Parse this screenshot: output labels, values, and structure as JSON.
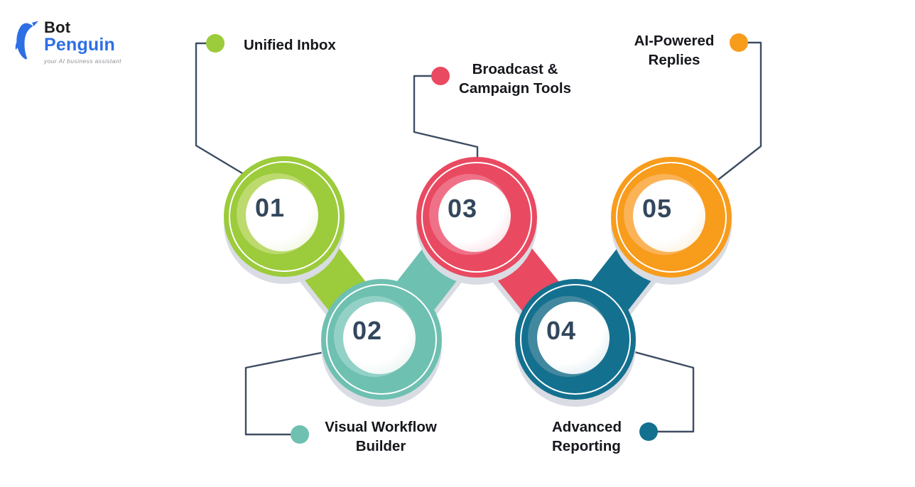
{
  "logo": {
    "line1": "Bot",
    "line2": "Penguin",
    "tagline": "your AI business assistant",
    "text_color": "#1b1b1b",
    "accent_color": "#2d6fe5",
    "tagline_color": "#8d9097"
  },
  "canvas": {
    "background": "#ffffff",
    "connector_color": "#3e4d63",
    "shadow_color": "#d9dce3",
    "number_color": "#33475c",
    "label_color": "#15171c"
  },
  "steps": [
    {
      "number": "01",
      "label": "Unified Inbox",
      "label_lines": [
        "Unified Inbox"
      ],
      "color": "#9ccb3b",
      "highlight": "#bcda6e",
      "tint": "#e8f2cf"
    },
    {
      "number": "02",
      "label": "Visual Workflow Builder",
      "label_lines": [
        "Visual Workflow",
        "Builder"
      ],
      "color": "#6ec0b1",
      "highlight": "#93d1c6",
      "tint": "#dcefea"
    },
    {
      "number": "03",
      "label": "Broadcast & Campaign Tools",
      "label_lines": [
        "Broadcast &",
        "Campaign Tools"
      ],
      "color": "#e94a61",
      "highlight": "#ef7188",
      "tint": "#f8cdd7"
    },
    {
      "number": "04",
      "label": "Advanced Reporting",
      "label_lines": [
        "Advanced",
        "Reporting"
      ],
      "color": "#14708f",
      "highlight": "#42889f",
      "tint": "#cfe3eb"
    },
    {
      "number": "05",
      "label": "AI-Powered Replies",
      "label_lines": [
        "AI-Powered",
        "Replies"
      ],
      "color": "#f89c1c",
      "highlight": "#fbb357",
      "tint": "#fce8c8"
    }
  ]
}
